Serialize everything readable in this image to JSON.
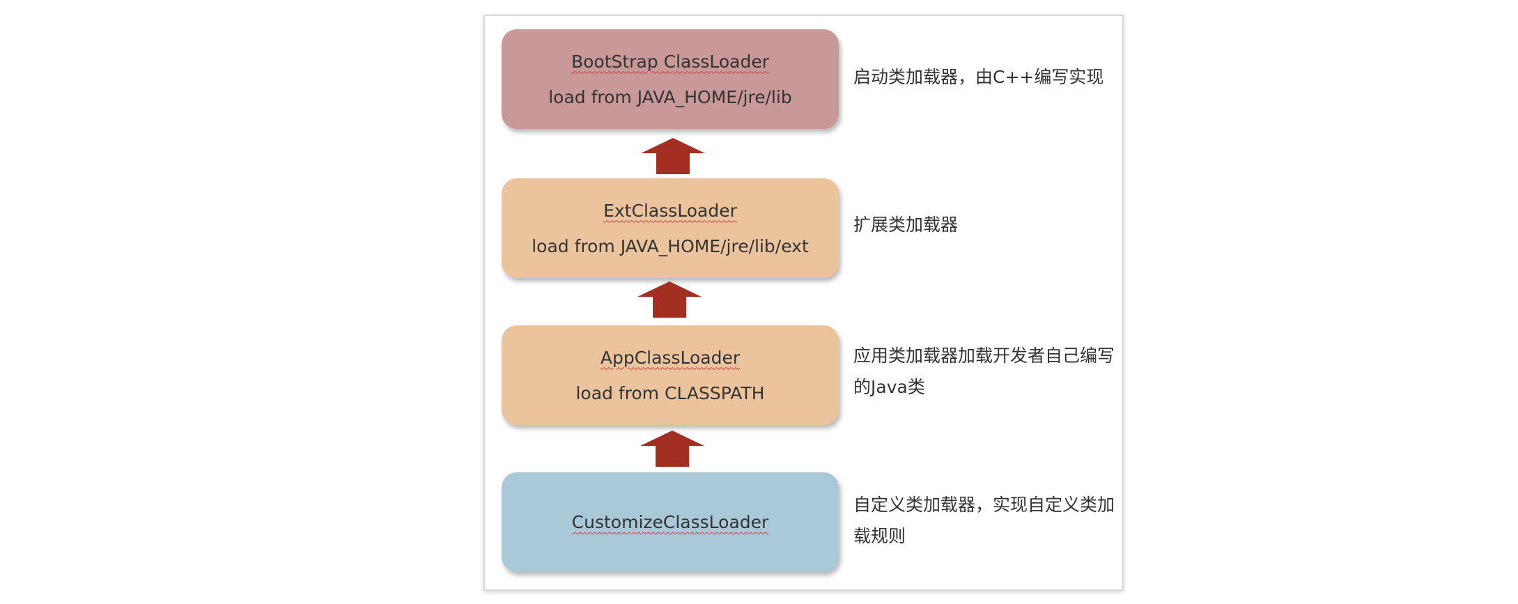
{
  "colors": {
    "bootstrap_fill": "#c99898",
    "ext_fill": "#ebc49d",
    "app_fill": "#ebc49d",
    "custom_fill": "#a9c9d9",
    "arrow_fill": "#a32e22"
  },
  "boxes": {
    "bootstrap": {
      "title": "BootStrap ClassLoader",
      "path": "load from JAVA_HOME/jre/lib"
    },
    "ext": {
      "title": "ExtClassLoader",
      "path": "load from JAVA_HOME/jre/lib/ext"
    },
    "app": {
      "title": "AppClassLoader",
      "path": "load from CLASSPATH"
    },
    "custom": {
      "title": "CustomizeClassLoader"
    }
  },
  "notes": {
    "bootstrap": "启动类加载器，由C++编写实现",
    "ext": "扩展类加载器",
    "app": "应用类加载器加载开发者自己编写的Java类",
    "custom": "自定义类加载器，实现自定义类加载规则"
  }
}
